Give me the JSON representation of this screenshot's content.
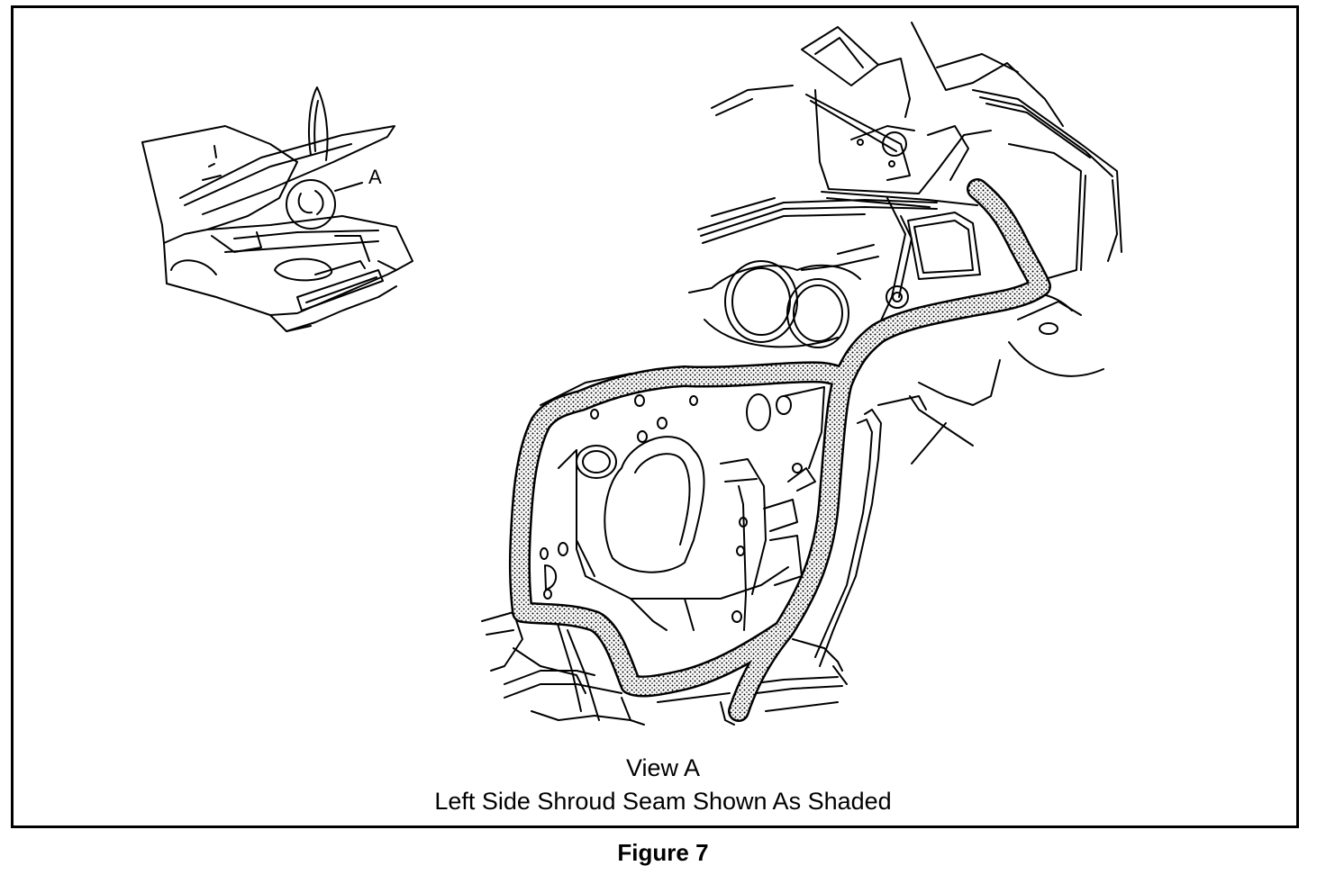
{
  "callout": {
    "label": "A"
  },
  "captions": {
    "view_title": "View A",
    "view_description": "Left Side Shroud Seam Shown As Shaded"
  },
  "figure": {
    "label": "Figure 7"
  },
  "colors": {
    "ink": "#000000",
    "background": "#ffffff",
    "seam_shading": "#9a9a9a"
  }
}
